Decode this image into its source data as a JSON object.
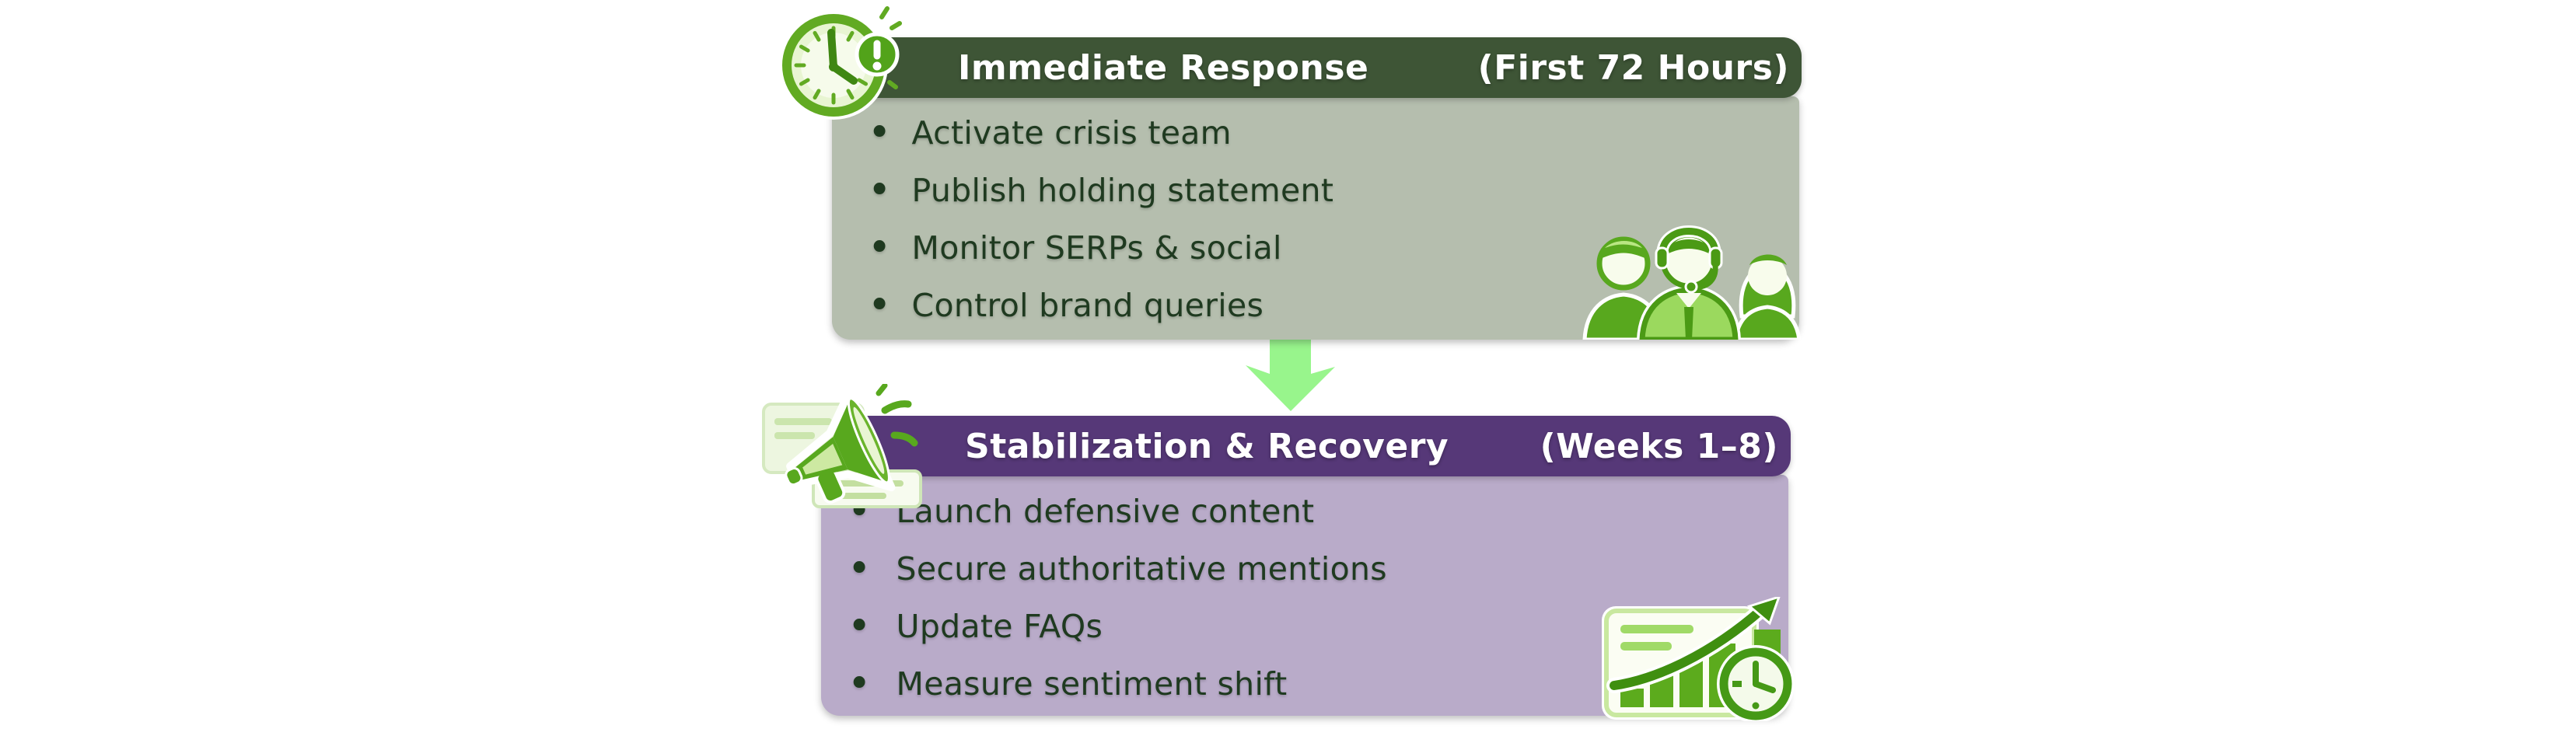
{
  "colors": {
    "canvas_bg": "#ffffff",
    "card1_header_bg": "#3e5536",
    "card1_body_bg": "#b5beae",
    "card2_header_bg": "#563878",
    "card2_body_bg": "#b9abc9",
    "header_text": "#ffffff",
    "bullet_text": "#1f3a20",
    "arrow_green": "#98f58c",
    "icon_green": "#58a81e",
    "icon_green_dark": "#3f8712",
    "icon_green_light": "#cde9a2"
  },
  "cards": [
    {
      "title": "Immediate Response",
      "timeframe": "(First 72 Hours)",
      "bullets": [
        "Activate crisis team",
        "Publish holding statement",
        "Monitor SERPs & social",
        "Control brand queries"
      ],
      "icons": {
        "top_left": "alarm-clock-icon",
        "bottom_right": "support-team-icon"
      }
    },
    {
      "title": "Stabilization & Recovery",
      "timeframe": "(Weeks 1–8)",
      "bullets": [
        "Launch defensive content",
        "Secure authoritative mentions",
        "Update FAQs",
        "Measure sentiment shift"
      ],
      "icons": {
        "top_left": "megaphone-icon",
        "bottom_right": "growth-chart-clock-icon"
      }
    }
  ],
  "connector": {
    "shape": "down-arrow",
    "color": "#98f58c"
  }
}
